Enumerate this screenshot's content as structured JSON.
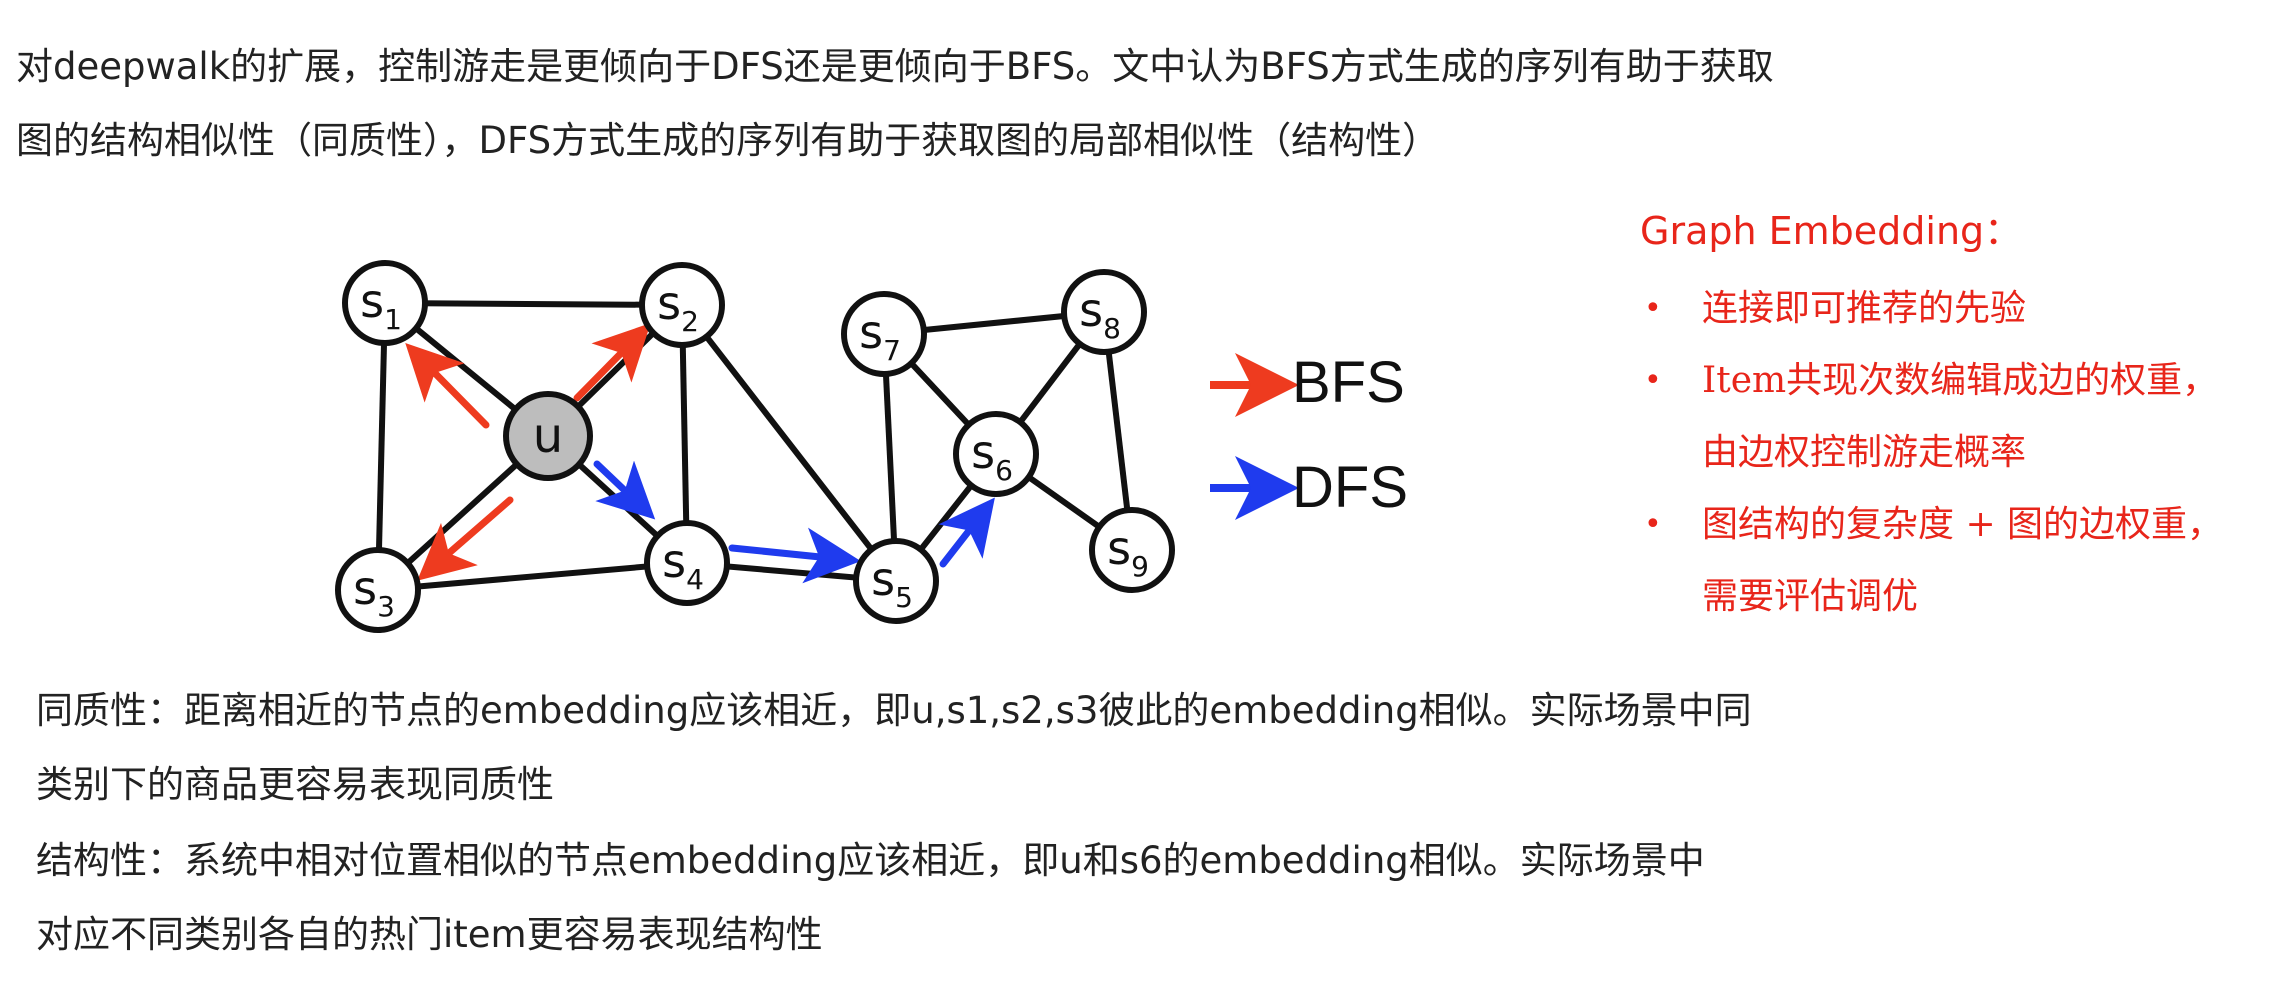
{
  "intro": {
    "line1": "对deepwalk的扩展，控制游走是更倾向于DFS还是更倾向于BFS。文中认为BFS方式生成的序列有助于获取",
    "line2": "图的结构相似性（同质性），DFS方式生成的序列有助于获取图的局部相似性（结构性）"
  },
  "diagram": {
    "nodes": [
      {
        "id": "s1",
        "base": "s",
        "sub": "1"
      },
      {
        "id": "s2",
        "base": "s",
        "sub": "2"
      },
      {
        "id": "u",
        "base": "u",
        "sub": ""
      },
      {
        "id": "s3",
        "base": "s",
        "sub": "3"
      },
      {
        "id": "s4",
        "base": "s",
        "sub": "4"
      },
      {
        "id": "s5",
        "base": "s",
        "sub": "5"
      },
      {
        "id": "s6",
        "base": "s",
        "sub": "6"
      },
      {
        "id": "s7",
        "base": "s",
        "sub": "7"
      },
      {
        "id": "s8",
        "base": "s",
        "sub": "8"
      },
      {
        "id": "s9",
        "base": "s",
        "sub": "9"
      }
    ],
    "legend": {
      "bfs": "BFS",
      "dfs": "DFS"
    },
    "colors": {
      "bfs": "#ee3b1f",
      "dfs": "#1f3bee",
      "u_fill": "#bdbdbd"
    }
  },
  "side": {
    "title": "Graph Embedding：",
    "items": [
      {
        "text": "连接即可推荐的先验",
        "cont": ""
      },
      {
        "text": "Item共现次数编辑成边的权重，",
        "cont": "由边权控制游走概率"
      },
      {
        "text": "图结构的复杂度 + 图的边权重，",
        "cont": "需要评估调优"
      }
    ],
    "bullet": "•",
    "color": "#e8251a"
  },
  "body": {
    "p1_line1": "同质性：距离相近的节点的embedding应该相近，即u,s1,s2,s3彼此的embedding相似。实际场景中同",
    "p1_line2": "类别下的商品更容易表现同质性",
    "p2_line1": "结构性：系统中相对位置相似的节点embedding应该相近，即u和s6的embedding相似。实际场景中",
    "p2_line2": "对应不同类别各自的热门item更容易表现结构性"
  }
}
